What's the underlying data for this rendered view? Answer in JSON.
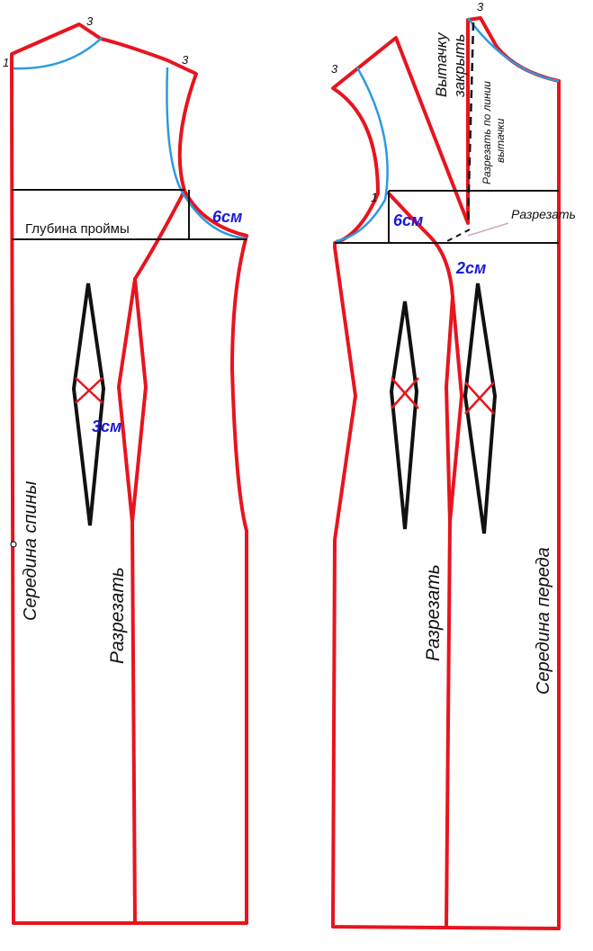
{
  "labels": {
    "back_center": "Середина  спины",
    "armhole_depth": "Глубина проймы",
    "cut": "Разрезать",
    "front_center": "Середина   переда",
    "close_dart": "Вытачку закрыть",
    "cut_along_dart": "Разрезать по линии вытачки",
    "cm_6": "6см",
    "cm_3": "3см",
    "cm_2": "2см"
  },
  "point_marks": {
    "p1": "1",
    "p3": "3"
  },
  "colors": {
    "outline": "#e8141e",
    "neck_armhole": "#2a9be0",
    "construction": "#111111",
    "measure": "#1a1adb"
  }
}
